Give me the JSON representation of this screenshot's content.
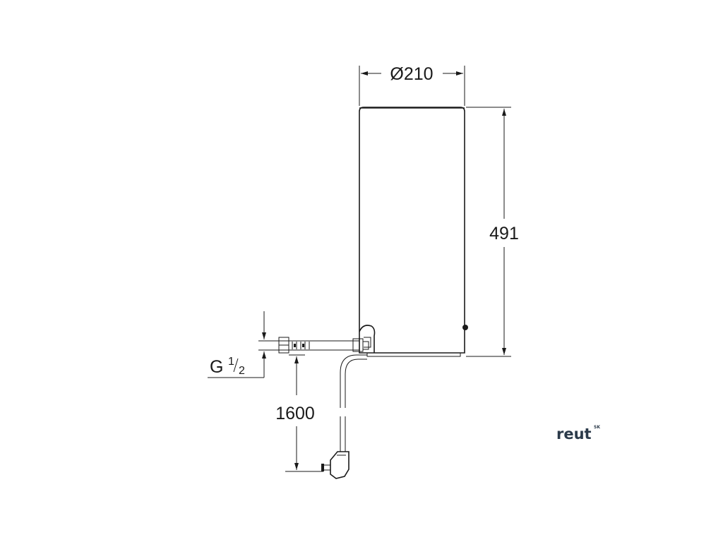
{
  "dimensions": {
    "diameter": "Ø210",
    "height": "491",
    "cable_length": "1600",
    "thread_letter": "G",
    "thread_numerator": "1",
    "thread_denominator": "2"
  },
  "logo": {
    "name": "reut",
    "suffix": "SK"
  }
}
